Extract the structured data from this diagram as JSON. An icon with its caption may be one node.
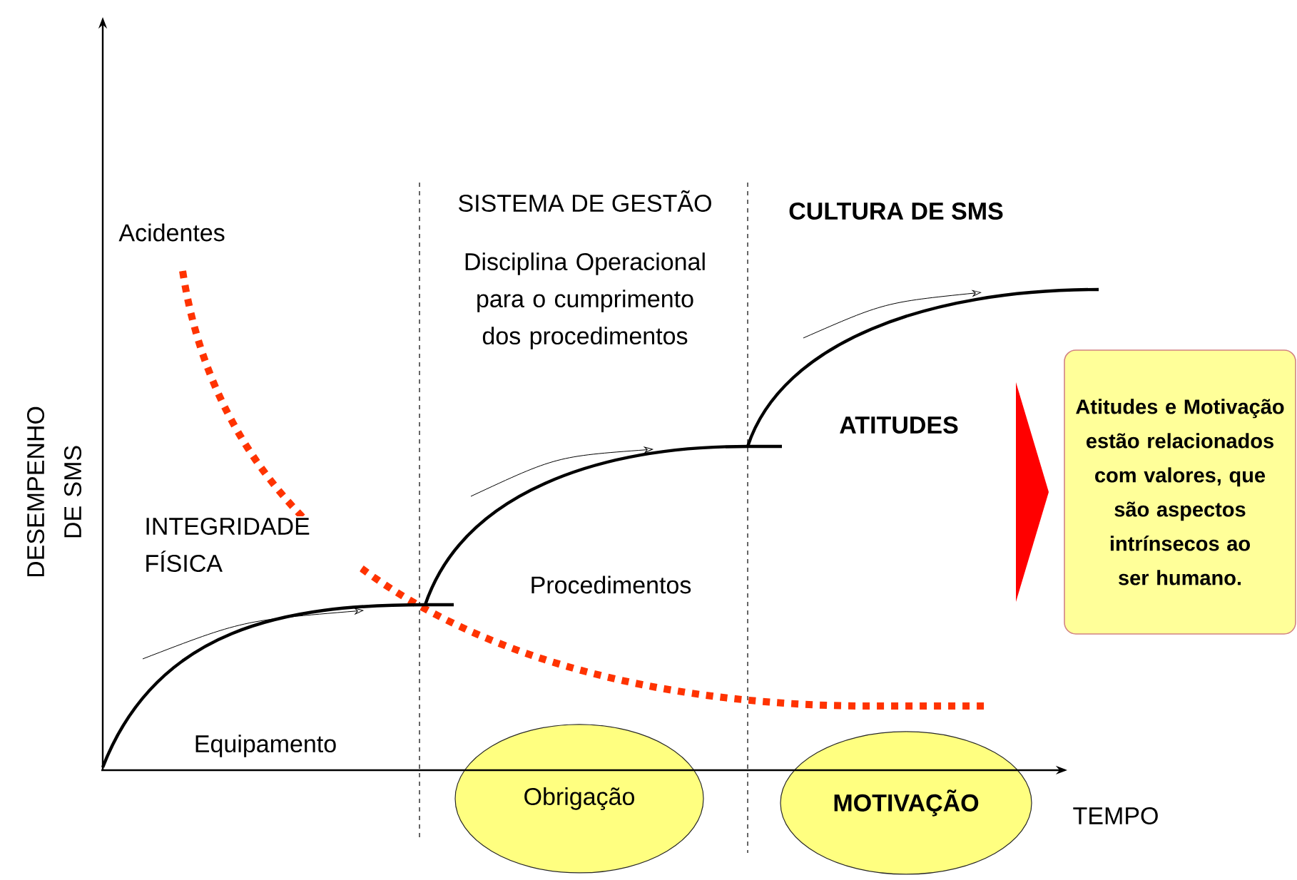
{
  "diagram": {
    "nodes": [
      {
        "text": [
          "Obrigação"
        ]
      },
      {
        "text": [
          "MOTIVAÇÃO"
        ]
      },
      {
        "text": [
          "Atitudes e Motivação estão relacionados com valores, que são aspectos intrínsecos ao ser humano."
        ]
      }
    ],
    "edges": [],
    "labels": [
      "Acidentes",
      "SISTEMA DE GESTÃO",
      "Disciplina Operacional para o cumprimento dos procedimentos",
      "CULTURA DE SMS",
      "ATITUDES",
      "DESEMPENHO DE SMS",
      "INTEGRIDADE FÍSICA",
      "Procedimentos",
      "Equipamento",
      "TEMPO"
    ]
  }
}
